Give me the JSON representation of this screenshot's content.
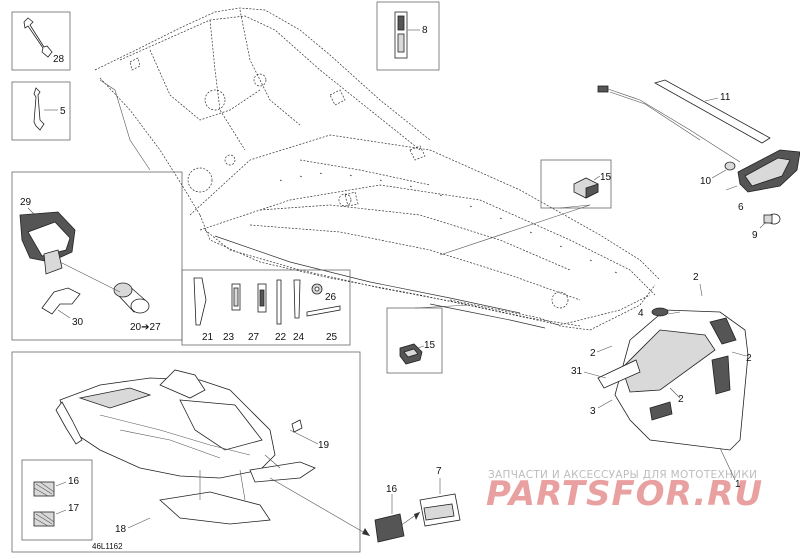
{
  "diagram": {
    "reference_code": "46L1162",
    "callouts": {
      "c1": "1",
      "c2a": "2",
      "c2b": "2",
      "c2c": "2",
      "c2d": "2",
      "c3": "3",
      "c4": "4",
      "c5": "5",
      "c6": "6",
      "c7": "7",
      "c8": "8",
      "c9": "9",
      "c10": "10",
      "c11": "11",
      "c15a": "15",
      "c15b": "15",
      "c16a": "16",
      "c16b": "16",
      "c17": "17",
      "c18": "18",
      "c19": "19",
      "c20_27": "20➔27",
      "c21": "21",
      "c22": "22",
      "c23": "23",
      "c24": "24",
      "c25": "25",
      "c26": "26",
      "c27": "27",
      "c28": "28",
      "c29": "29",
      "c30": "30",
      "c31": "31"
    }
  },
  "watermark": {
    "tagline": "ЗАПЧАСТИ И АКСЕССУАРЫ ДЛЯ МОТОТЕХНИКИ",
    "brand": "PARTSFOR.RU"
  }
}
